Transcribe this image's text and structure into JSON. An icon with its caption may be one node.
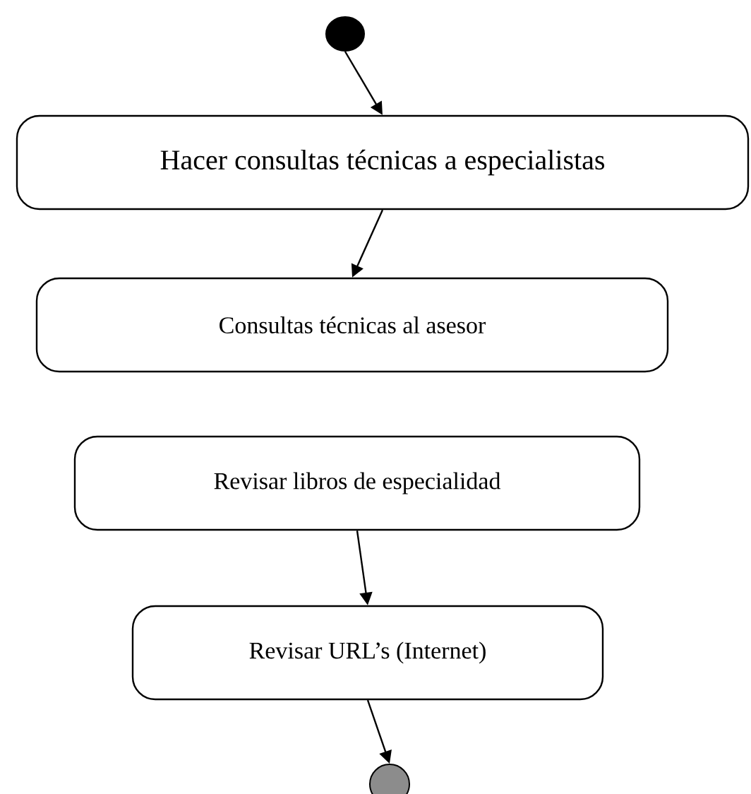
{
  "diagram": {
    "nodes": [
      {
        "text": [],
        "shape": "circle"
      },
      {
        "text": [
          "Hacer consultas técnicas a especialistas"
        ]
      },
      {
        "text": [
          "Consultas técnicas al asesor"
        ]
      },
      {
        "text": [
          "Revisar libros de especialidad"
        ]
      },
      {
        "text": [
          "Revisar URL’s (Internet)"
        ]
      },
      {
        "text": [],
        "shape": "circle"
      }
    ],
    "edges": [
      {
        "from": 0,
        "to": 1,
        "arrow": "to"
      },
      {
        "from": 1,
        "to": 2,
        "arrow": "to"
      },
      {
        "from": 3,
        "to": 4,
        "arrow": "to"
      },
      {
        "from": 4,
        "to": 5,
        "arrow": "to"
      }
    ]
  }
}
